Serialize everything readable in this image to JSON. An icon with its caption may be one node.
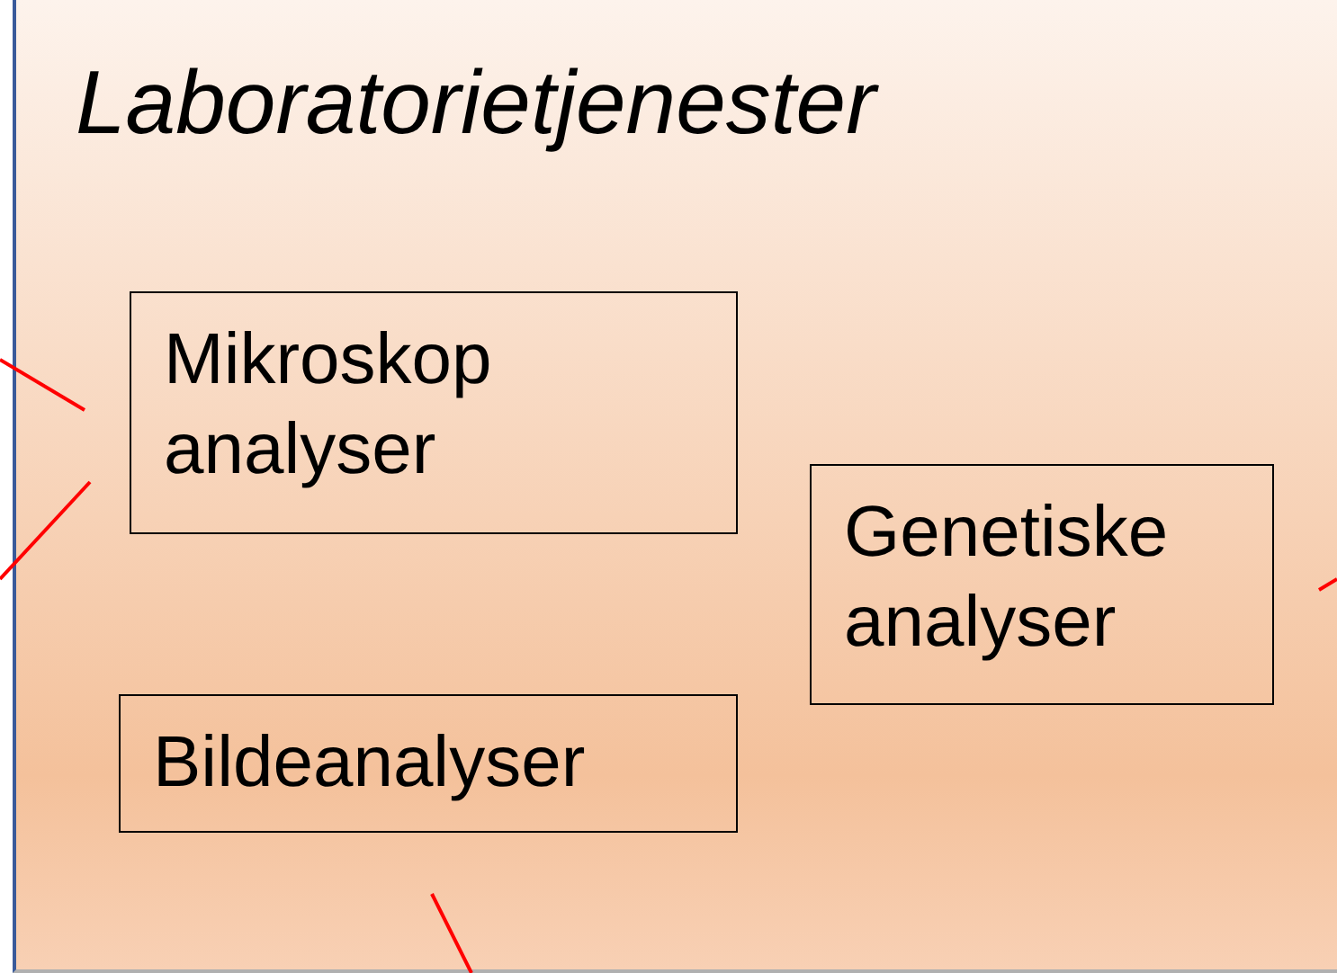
{
  "diagram": {
    "title": "Laboratorietjenester",
    "nodes": [
      {
        "text": [
          "Mikroskop analyser"
        ]
      },
      {
        "text": [
          "Genetiske analyser"
        ]
      },
      {
        "text": [
          "Bildeanalyser"
        ]
      }
    ]
  }
}
